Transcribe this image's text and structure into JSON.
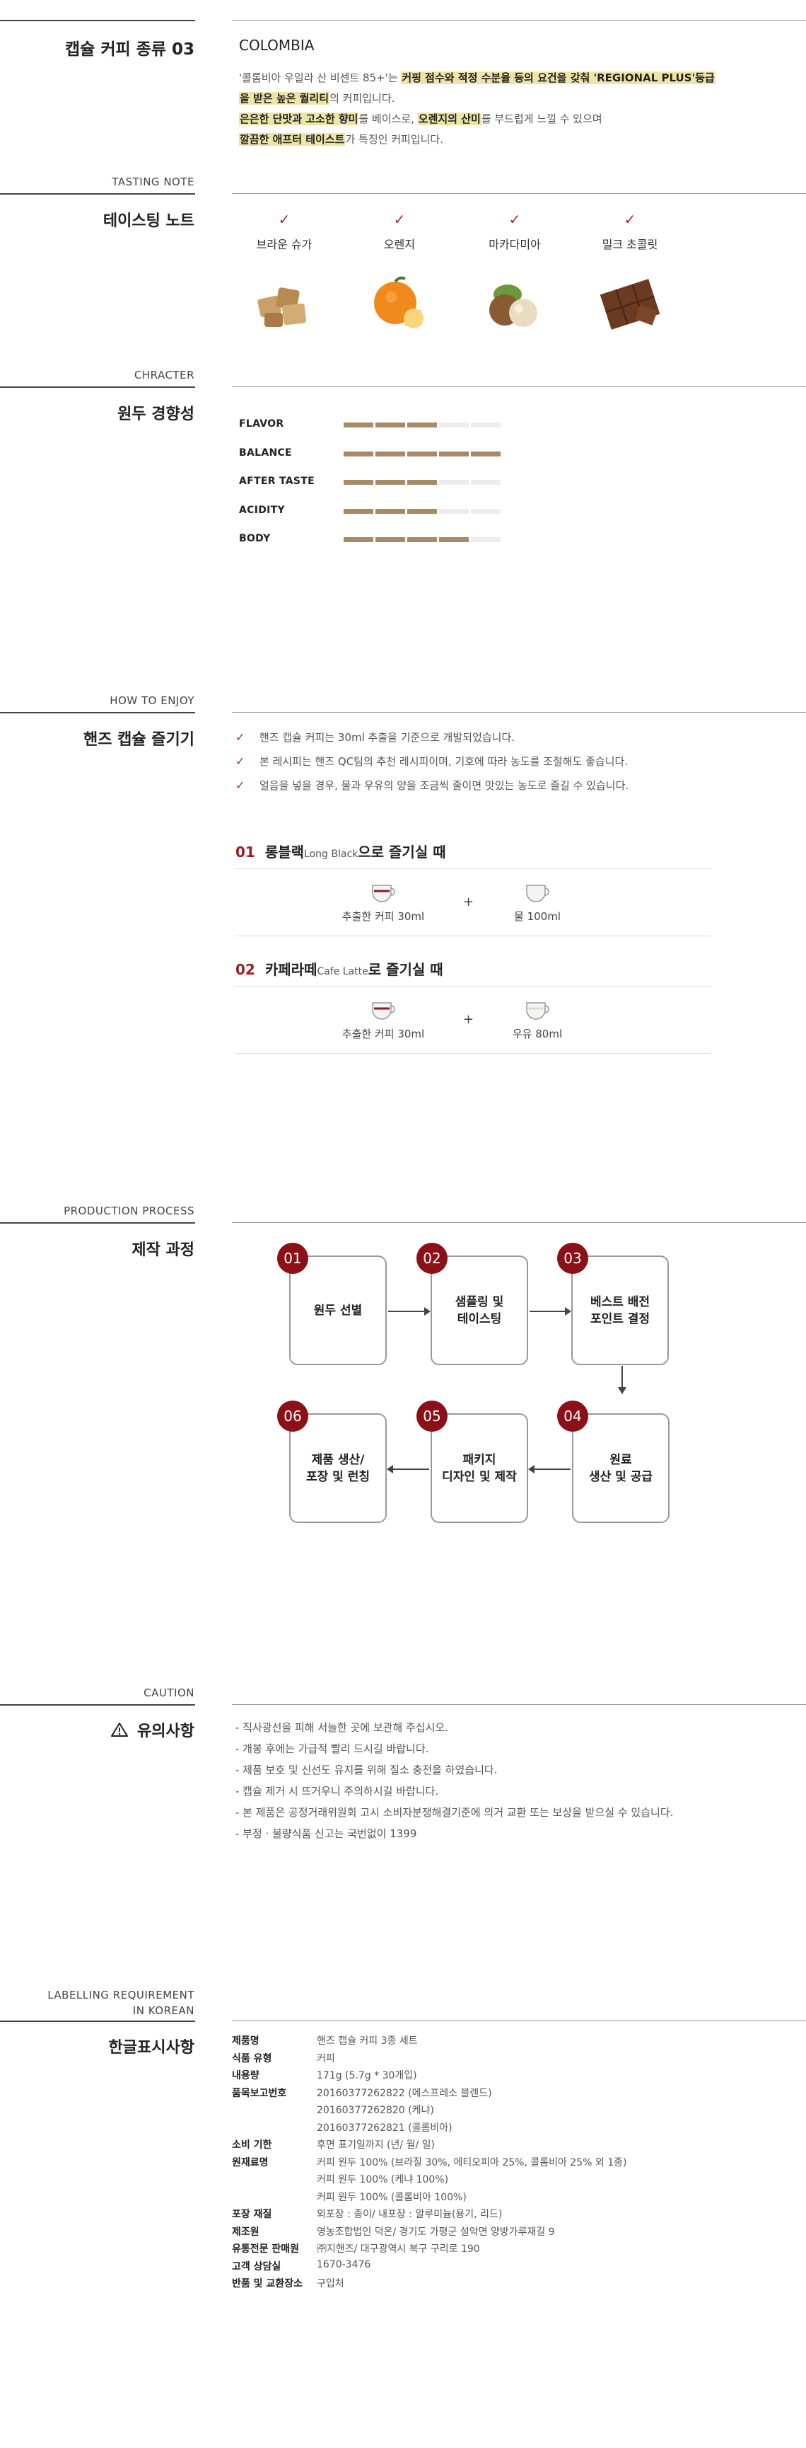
{
  "section1": {
    "title": "캡슐 커피 종류 03",
    "origin": "COLOMBIA",
    "intro_line1_a": "'콜롬비아 우일라 산 비센트 85+'는 ",
    "intro_line1_b": "커핑 점수와 적정 수분율 등의 요건을 갖춰 'REGIONAL PLUS'등급",
    "intro_line2_a": "을 받은 높은 퀄리티",
    "intro_line2_b": "의 커피입니다.",
    "intro_line3_a": "은은한 단맛과 고소한 향미",
    "intro_line3_b": "를 베이스로, ",
    "intro_line3_c": "오렌지의 산미",
    "intro_line3_d": "를 부드럽게 느낄 수 있으며",
    "intro_line4_a": "깔끔한 애프터 테이스트",
    "intro_line4_b": "가 특징인 커피입니다."
  },
  "tasting": {
    "label": "TASTING NOTE",
    "title": "테이스팅 노트",
    "check_glyph": "✓",
    "notes": [
      {
        "name": "브라운 슈가",
        "icon": "brown-sugar-icon"
      },
      {
        "name": "오렌지",
        "icon": "orange-icon"
      },
      {
        "name": "마카다미아",
        "icon": "macadamia-icon"
      },
      {
        "name": "밀크 초콜릿",
        "icon": "milk-chocolate-icon"
      }
    ]
  },
  "character": {
    "label": "CHRACTER",
    "title": "원두 경향성",
    "scale_max": 5,
    "filled_color": "#a88a66",
    "empty_color": "#ececec",
    "rows": [
      {
        "name": "FLAVOR",
        "level": 3
      },
      {
        "name": "BALANCE",
        "level": 5
      },
      {
        "name": "AFTER TASTE",
        "level": 3
      },
      {
        "name": "ACIDITY",
        "level": 3
      },
      {
        "name": "BODY",
        "level": 4
      }
    ]
  },
  "enjoy": {
    "label": "HOW TO ENJOY",
    "title": "핸즈 캡슐 즐기기",
    "notes": [
      "핸즈 캡슐 커피는 30ml 추출을 기준으로 개발되었습니다.",
      "본 레시피는 핸즈 QC팀의 추천 레시피이며, 기호에 따라 농도를 조절해도 좋습니다.",
      "얼음을 넣을 경우, 물과 우유의 양을 조금씩 줄이면 맛있는 농도로 즐길 수 있습니다."
    ],
    "recipes": [
      {
        "num": "01",
        "name": "롱블랙",
        "sub": "Long Black",
        "suffix": "으로 즐기실 때",
        "a": "추출한 커피 30ml",
        "b": "물 100ml"
      },
      {
        "num": "02",
        "name": "카페라떼",
        "sub": "Cafe Latte",
        "suffix": "로 즐기실 때",
        "a": "추출한 커피 30ml",
        "b": "우유 80ml"
      }
    ],
    "plus": "+"
  },
  "process": {
    "label": "PRODUCTION PROCESS",
    "title": "제작 과정",
    "accent": "#8b1018",
    "steps": [
      {
        "num": "01",
        "l1": "원두 선별",
        "l2": ""
      },
      {
        "num": "02",
        "l1": "샘플링 및",
        "l2": "테이스팅"
      },
      {
        "num": "03",
        "l1": "베스트 배전",
        "l2": "포인트 결정"
      },
      {
        "num": "04",
        "l1": "원료",
        "l2": "생산 및 공급"
      },
      {
        "num": "05",
        "l1": "패키지",
        "l2": "디자인 및 제작"
      },
      {
        "num": "06",
        "l1": "제품 생산/",
        "l2": "포장 및 런칭"
      }
    ]
  },
  "caution": {
    "label": "CAUTION",
    "title": "유의사항",
    "lines": [
      "- 직사광선을 피해 서늘한 곳에 보관해 주십시오.",
      "- 개봉 후에는 가급적 빨리 드시길 바랍니다.",
      "- 제품 보호 및 신선도 유지를 위해 질소 충전을 하였습니다.",
      "- 캡슐 제거 시 뜨거우니 주의하시길 바랍니다.",
      "- 본 제품은 공정거래위원회 고시 소비자분쟁해결기준에 의거 교환 또는 보상을 받으실 수 있습니다.",
      "- 부정 · 불량식품 신고는 국번없이 1399"
    ]
  },
  "labelling": {
    "label_l1": "LABELLING REQUIREMENT",
    "label_l2": "IN KOREAN",
    "title": "한글표시사항",
    "rows": [
      {
        "k": "제품명",
        "v": "핸즈 캡슐 커피 3종 세트"
      },
      {
        "k": "식품 유형",
        "v": "커피"
      },
      {
        "k": "내용량",
        "v": "171g (5.7g * 30개입)"
      },
      {
        "k": "품목보고번호",
        "v": "20160377262822 (에스프레소 블렌드)"
      },
      {
        "k": "",
        "v": "20160377262820 (케냐)"
      },
      {
        "k": "",
        "v": "20160377262821 (콜롬비아)"
      },
      {
        "k": "소비 기한",
        "v": "후면 표기일까지 (년/ 월/ 일)"
      },
      {
        "k": "원재료명",
        "v": "커피 원두 100% (브라질 30%, 에티오피아 25%, 콜롬비아 25% 외 1종)"
      },
      {
        "k": "",
        "v": "커피 원두 100% (케냐 100%)"
      },
      {
        "k": "",
        "v": "커피 원두 100% (콜롬비아 100%)"
      },
      {
        "k": "포장 재질",
        "v": "외포장 : 종이/ 내포장 : 알루미늄(용기, 리드)"
      },
      {
        "k": "제조원",
        "v": "영농조합법인 덕온/ 경기도 가평군 설악면 양방가루재길 9"
      },
      {
        "k": "유통전문 판매원",
        "v": "㈜지핸즈/ 대구광역시 북구 구리로 190"
      },
      {
        "k": "고객 상담실",
        "v": "1670-3476"
      },
      {
        "k": "반품 및 교환장소",
        "v": "구입처"
      }
    ]
  }
}
